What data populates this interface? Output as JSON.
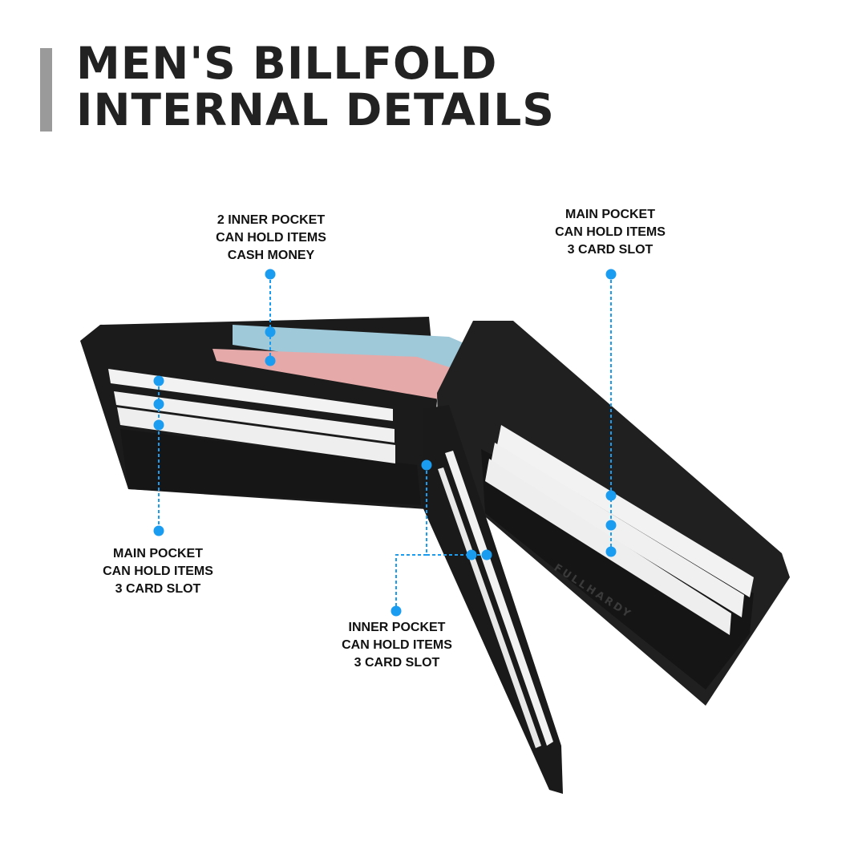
{
  "title": {
    "line1": "MEN'S BILLFOLD",
    "line2": "INTERNAL DETAILS"
  },
  "brand_emboss": "FULLHARDY",
  "accent_color": "#1a9cf0",
  "callouts": [
    {
      "id": "inner-cash",
      "lines": [
        "2 INNER POCKET",
        "CAN HOLD ITEMS",
        "CASH MONEY"
      ]
    },
    {
      "id": "right-main",
      "lines": [
        "MAIN POCKET",
        "CAN HOLD ITEMS",
        "3 CARD SLOT"
      ]
    },
    {
      "id": "left-main",
      "lines": [
        "MAIN POCKET",
        "CAN HOLD ITEMS",
        "3 CARD SLOT"
      ]
    },
    {
      "id": "inner-flap",
      "lines": [
        "INNER POCKET",
        "CAN HOLD ITEMS",
        "3 CARD SLOT"
      ]
    }
  ]
}
